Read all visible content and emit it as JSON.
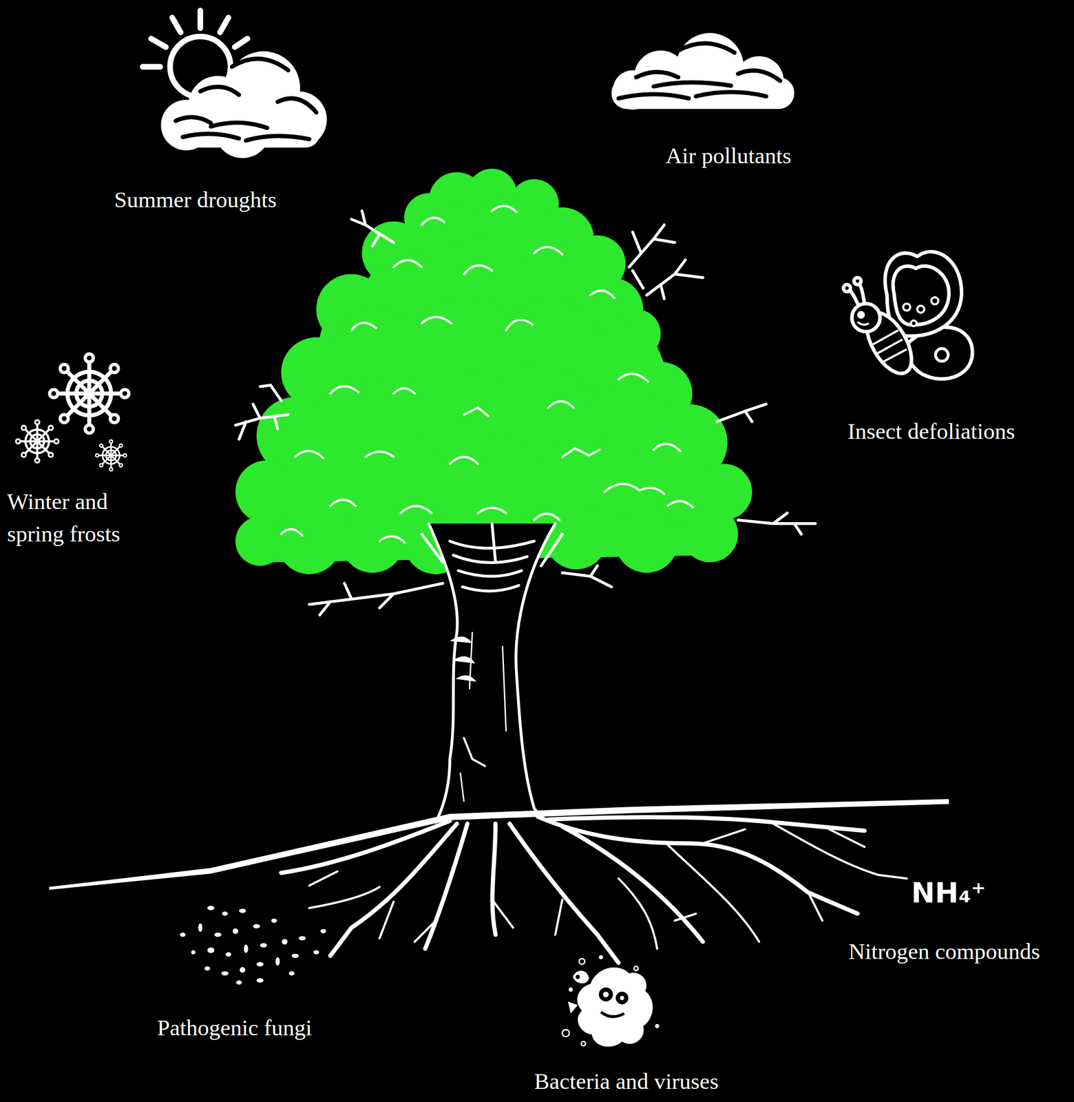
{
  "diagram": {
    "labels": [
      "Summer droughts",
      "Air pollutants",
      "Insect defoliations",
      "Winter and spring frosts",
      "Pathogenic fungi",
      "Bacteria and viruses",
      "NH₄⁺",
      "Nitrogen compounds"
    ]
  }
}
